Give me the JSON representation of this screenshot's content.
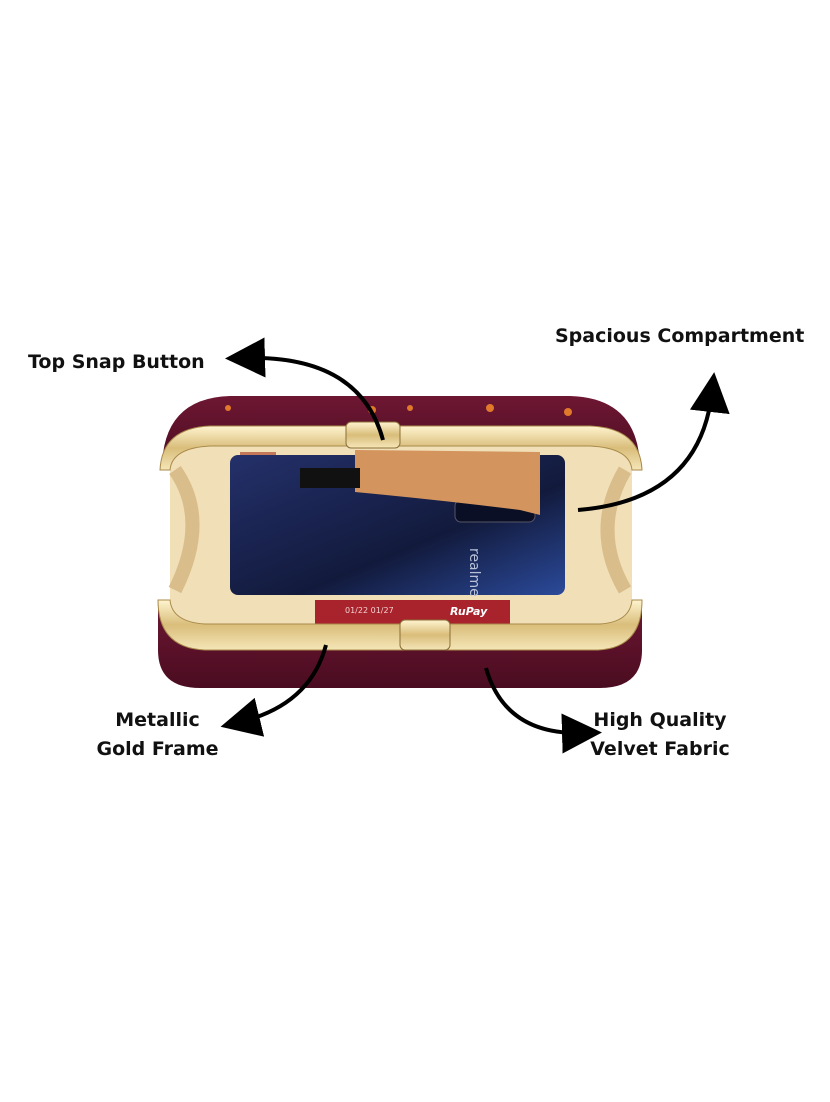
{
  "labels": {
    "top_snap": "Top Snap Button",
    "compartment": "Spacious Compartment",
    "frame": [
      "Metallic",
      "Gold Frame"
    ],
    "fabric": [
      "High Quality",
      "Velvet Fabric"
    ]
  },
  "product_text": {
    "phone_brand": "realme",
    "card_brand": "RuPay",
    "card_dates": "01/22   01/27"
  },
  "colors": {
    "velvet": "#5e1129",
    "gold": "#e8d29a",
    "lining": "#f1dfb8",
    "phone": "#1a2450",
    "arrow": "#000000"
  }
}
